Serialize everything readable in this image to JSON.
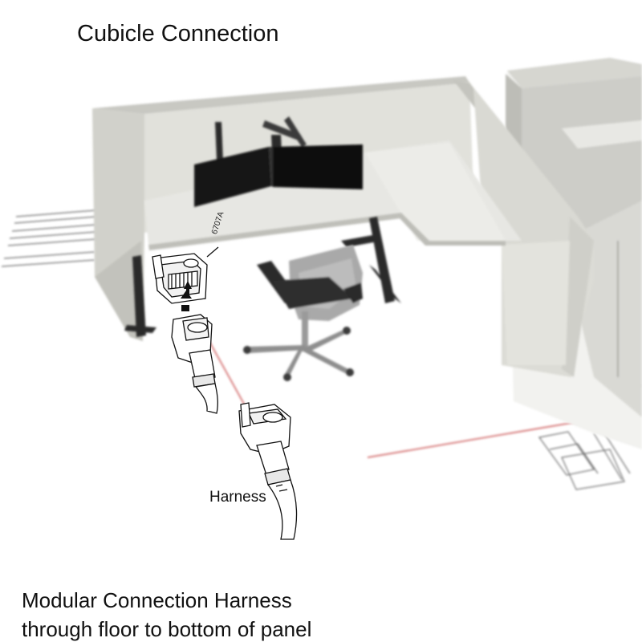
{
  "title": "Cubicle Connection",
  "harness_label": "Harness",
  "part_code": "6707A",
  "caption": {
    "line1": "Modular Connection Harness",
    "line2": "through floor to bottom of panel"
  },
  "colors": {
    "panel_light": "#e4e4de",
    "panel_mid": "#d2d2cc",
    "panel_dark": "#b9b9b3",
    "desk_top": "#e6e6e2",
    "monitor": "#151515",
    "leg": "#2a2a2a",
    "chair": "#a8a8a8",
    "floor_line": "#d88080",
    "outline": "#111111"
  }
}
